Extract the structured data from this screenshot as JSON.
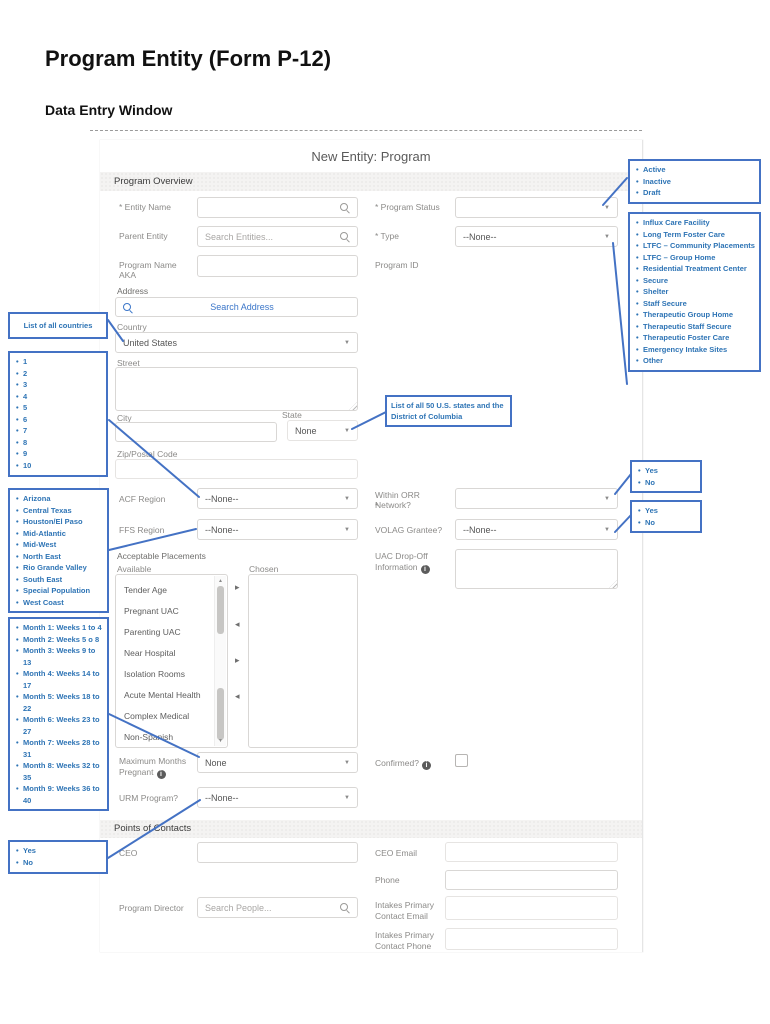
{
  "page": {
    "title": "Program Entity (Form P-12)",
    "subtitle": "Data Entry Window"
  },
  "form": {
    "title": "New Entity: Program",
    "sections": {
      "overview": "Program Overview",
      "contacts": "Points of Contacts"
    },
    "fields": {
      "entity_name": {
        "label": "* Entity Name",
        "value": ""
      },
      "program_status": {
        "label": "* Program Status",
        "value": ""
      },
      "parent_entity": {
        "label": "Parent Entity",
        "placeholder": "Search Entities..."
      },
      "type": {
        "label": "* Type",
        "value": "--None--"
      },
      "program_name_aka": {
        "label": "Program Name AKA",
        "value": ""
      },
      "program_id": {
        "label": "Program ID"
      },
      "address": {
        "label": "Address",
        "search_label": "Search Address"
      },
      "country": {
        "label": "Country",
        "value": "United States"
      },
      "street": {
        "label": "Street",
        "value": ""
      },
      "city": {
        "label": "City",
        "value": ""
      },
      "state": {
        "label": "State",
        "value": "None"
      },
      "zip": {
        "label": "Zip/Postal Code",
        "value": ""
      },
      "acf_region": {
        "label": "ACF Region",
        "value": "--None--"
      },
      "within_orr": {
        "label": "Within ORR Network?",
        "required_mark": "*",
        "value": ""
      },
      "ffs_region": {
        "label": "FFS Region",
        "value": "--None--"
      },
      "volag": {
        "label": "VOLAG Grantee?",
        "value": "--None--"
      },
      "acceptable": {
        "label": "Acceptable Placements",
        "available_label": "Available",
        "chosen_label": "Chosen",
        "available_items": [
          "Tender Age",
          "Pregnant UAC",
          "Parenting UAC",
          "Near Hospital",
          "Isolation Rooms",
          "Acute Mental Health",
          "Complex Medical",
          "Non-Spanish"
        ]
      },
      "uac_dropoff": {
        "label_line1": "UAC Drop-Off",
        "label_line2": "Information",
        "value": ""
      },
      "max_months": {
        "label_line1": "Maximum Months",
        "label_line2": "Pregnant",
        "value": "None"
      },
      "confirmed": {
        "label": "Confirmed?"
      },
      "urm": {
        "label": "URM Program?",
        "value": "--None--"
      },
      "ceo": {
        "label": "CEO",
        "value": ""
      },
      "ceo_email": {
        "label": "CEO Email",
        "value": ""
      },
      "phone": {
        "label": "Phone",
        "value": ""
      },
      "program_director": {
        "label": "Program Director",
        "placeholder": "Search People..."
      },
      "intakes_email": {
        "label_line1": "Intakes Primary",
        "label_line2": "Contact Email",
        "value": ""
      },
      "intakes_phone": {
        "label_line1": "Intakes Primary",
        "label_line2": "Contact Phone",
        "value": ""
      }
    }
  },
  "callouts": {
    "status_options": {
      "items": [
        "Active",
        "Inactive",
        "Draft"
      ]
    },
    "type_options": {
      "items": [
        "Influx Care Facility",
        "Long Term Foster Care",
        "LTFC – Community Placements",
        "LTFC – Group Home",
        "Residential Treatment Center",
        "Secure",
        "Shelter",
        "Staff Secure",
        "Therapeutic Group Home",
        "Therapeutic Staff Secure",
        "Therapeutic Foster Care",
        "Emergency Intake Sites",
        "Other"
      ]
    },
    "countries_note": {
      "text": "List of all countries"
    },
    "acf_options": {
      "items": [
        "1",
        "2",
        "3",
        "4",
        "5",
        "6",
        "7",
        "8",
        "9",
        "10"
      ]
    },
    "states_note": {
      "text": "List of all 50 U.S. states and the District of Columbia"
    },
    "ffs_options": {
      "items": [
        "Arizona",
        "Central Texas",
        "Houston/El Paso",
        "Mid-Atlantic",
        "Mid-West",
        "North East",
        "Rio Grande Valley",
        "South East",
        "Special Population",
        "West Coast"
      ]
    },
    "month_options": {
      "items": [
        "Month 1: Weeks 1 to 4",
        "Month 2: Weeks 5 o 8",
        "Month 3: Weeks 9 to 13",
        "Month 4: Weeks 14 to 17",
        "Month 5: Weeks 18 to 22",
        "Month 6: Weeks 23 to 27",
        "Month 7: Weeks 28 to 31",
        "Month 8: Weeks 32 to 35",
        "Month 9: Weeks 36 to 40"
      ]
    },
    "orr_options": {
      "items": [
        "Yes",
        "No"
      ]
    },
    "volag_options": {
      "items": [
        "Yes",
        "No"
      ]
    },
    "urm_options": {
      "items": [
        "Yes",
        "No"
      ]
    }
  },
  "icons": {
    "search": "magnifier",
    "dropdown": "▼",
    "info": "i",
    "scroll_up": "▲",
    "scroll_down": "▼",
    "move_right": "▸",
    "move_left": "◂"
  },
  "colors": {
    "callout_border": "#4472C4",
    "callout_text": "#2E74B5",
    "connector_line": "#4472C4"
  }
}
